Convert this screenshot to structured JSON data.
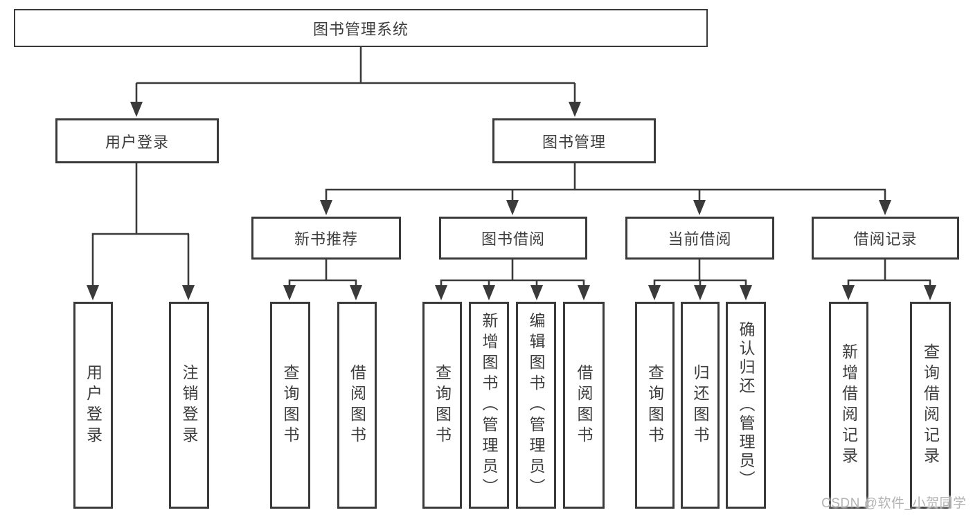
{
  "diagram": {
    "colors": {
      "line": "#3a3a3a",
      "text": "#3d3d3d",
      "watermark": "#b3b3b3",
      "background": "#ffffff"
    },
    "root": {
      "label": "图书管理系统"
    },
    "level2": {
      "user_login": {
        "label": "用户登录",
        "parent": "图书管理系统"
      },
      "book_management": {
        "label": "图书管理",
        "parent": "图书管理系统"
      }
    },
    "level3": {
      "new_book_recommend": {
        "label": "新书推荐",
        "parent": "图书管理"
      },
      "book_borrowing": {
        "label": "图书借阅",
        "parent": "图书管理"
      },
      "current_borrowing": {
        "label": "当前借阅",
        "parent": "图书管理"
      },
      "borrow_records": {
        "label": "借阅记录",
        "parent": "图书管理"
      }
    },
    "leaves": {
      "user_login_leaf": {
        "label": "用户登录",
        "parent": "用户登录"
      },
      "logout": {
        "label": "注销登录",
        "parent": "用户登录"
      },
      "query_book_rec": {
        "label": "查询图书",
        "parent": "新书推荐"
      },
      "borrow_book_rec": {
        "label": "借阅图书",
        "parent": "新书推荐"
      },
      "query_book_borrow": {
        "label": "查询图书",
        "parent": "图书借阅"
      },
      "add_book_admin": {
        "label": "新增图书（管理员）",
        "parent": "图书借阅"
      },
      "edit_book_admin": {
        "label": "编辑图书（管理员）",
        "parent": "图书借阅"
      },
      "borrow_book": {
        "label": "借阅图书",
        "parent": "图书借阅"
      },
      "query_book_current": {
        "label": "查询图书",
        "parent": "当前借阅"
      },
      "return_book": {
        "label": "归还图书",
        "parent": "当前借阅"
      },
      "confirm_return_admin": {
        "label": "确认归还（管理员）",
        "parent": "当前借阅"
      },
      "add_borrow_record": {
        "label": "新增借阅记录",
        "parent": "借阅记录"
      },
      "query_borrow_record": {
        "label": "查询借阅记录",
        "parent": "借阅记录"
      }
    },
    "watermark": {
      "text": "CSDN @软件_小贺同学"
    }
  }
}
